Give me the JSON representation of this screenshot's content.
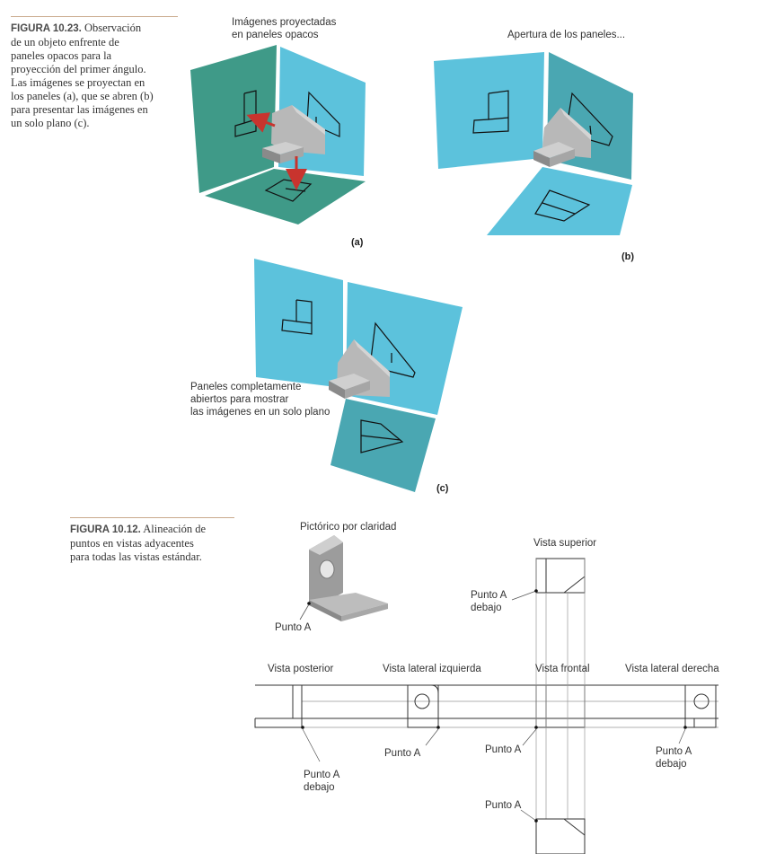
{
  "fig23": {
    "caption_label": "FIGURA 10.23.",
    "caption_lines": [
      "Observación",
      "de un objeto enfrente de",
      "paneles opacos para la",
      "proyección del primer ángulo.",
      "Las imágenes se proyectan en",
      "los paneles (a), que se abren (b)",
      "para presentar las imágenes en",
      "un solo plano (c)."
    ],
    "label_a_1": "Imágenes proyectadas",
    "label_a_2": "en paneles opacos",
    "label_b": "Apertura de los paneles...",
    "label_c_1": "Paneles completamente",
    "label_c_2": "abiertos para mostrar",
    "label_c_3": "las imágenes en un solo plano",
    "tag_a": "(a)",
    "tag_b": "(b)",
    "tag_c": "(c)"
  },
  "fig12": {
    "caption_label": "FIGURA 10.12.",
    "caption_lines": [
      "Alineación de",
      "puntos en vistas adyacentes",
      "para todas las vistas estándar."
    ],
    "pictorial_label": "Pictórico por claridad",
    "point_a": "Punto A",
    "top_view": "Vista superior",
    "top_point_1": "Punto A",
    "top_point_2": "debajo",
    "rear_view": "Vista posterior",
    "left_view": "Vista lateral izquierda",
    "front_view": "Vista frontal",
    "right_view": "Vista lateral derecha",
    "rear_point_1": "Punto A",
    "rear_point_2": "debajo",
    "left_point": "Punto A",
    "front_point": "Punto A",
    "right_point_1": "Punto A",
    "right_point_2": "debajo",
    "bottom_point": "Punto A"
  },
  "colors": {
    "panel_dark": "#3f9a88",
    "panel_mid": "#4aa7b2",
    "panel_light": "#5cc2dc",
    "arrow": "#c8342e",
    "block": "#bdbdbd",
    "caption_rule": "#c9a98c"
  }
}
